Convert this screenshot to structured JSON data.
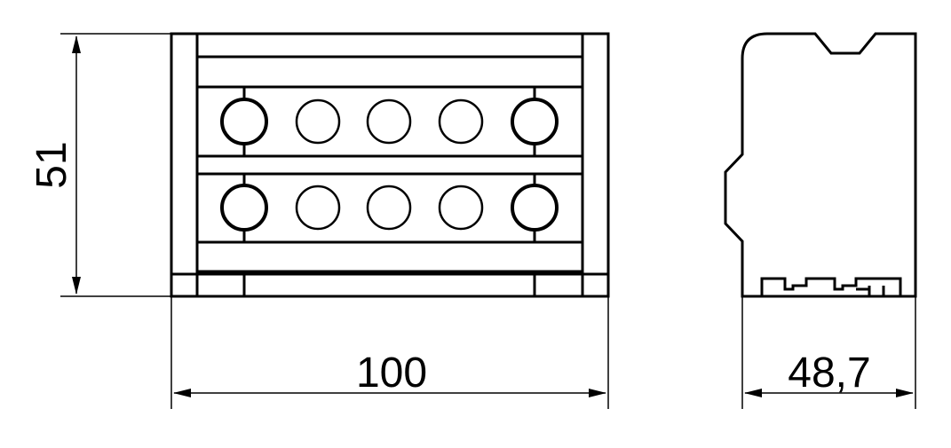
{
  "dimensions": {
    "height_label": "51",
    "width_front_label": "100",
    "width_side_label": "48,7"
  },
  "front_view": {
    "rows": 2,
    "holes_per_row": 5
  }
}
